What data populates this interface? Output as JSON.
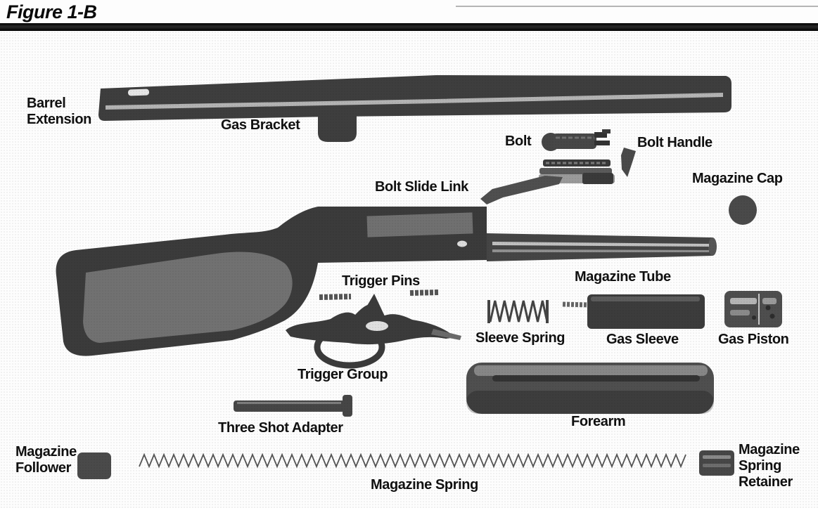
{
  "figure_title": "Figure 1-B",
  "parts": {
    "barrel_extension": {
      "label": "Barrel Extension"
    },
    "gas_bracket": {
      "label": "Gas Bracket"
    },
    "bolt": {
      "label": "Bolt"
    },
    "bolt_handle": {
      "label": "Bolt Handle"
    },
    "bolt_slide_link": {
      "label": "Bolt Slide Link"
    },
    "magazine_cap": {
      "label": "Magazine Cap"
    },
    "magazine_tube": {
      "label": "Magazine Tube"
    },
    "trigger_pins": {
      "label": "Trigger Pins"
    },
    "sleeve_spring": {
      "label": "Sleeve Spring"
    },
    "gas_sleeve": {
      "label": "Gas Sleeve"
    },
    "gas_piston": {
      "label": "Gas Piston"
    },
    "trigger_group": {
      "label": "Trigger Group"
    },
    "forearm": {
      "label": "Forearm"
    },
    "three_shot_adapter": {
      "label": "Three Shot Adapter"
    },
    "magazine_follower": {
      "label": "Magazine Follower"
    },
    "magazine_spring": {
      "label": "Magazine Spring"
    },
    "magazine_spring_retainer": {
      "label": "Magazine Spring Retainer"
    }
  },
  "colors": {
    "ink": "#000000",
    "rule_bar": "#151515",
    "part_dark": "#3b3b3b",
    "part_mid": "#555555",
    "part_light": "#8d8d8d",
    "paper": "#fdfdfd"
  }
}
